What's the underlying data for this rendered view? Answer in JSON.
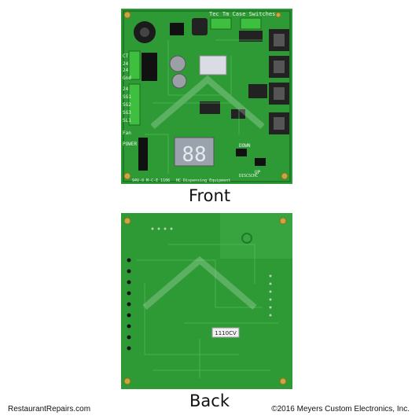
{
  "front": {
    "label": "Front",
    "silkscreen": {
      "header": "Tec Tm  Case Switches",
      "left_labels": [
        "CT",
        "24",
        "24",
        "Gnd",
        "24",
        "SG1",
        "SG2",
        "SG3",
        "SL1",
        "Fan",
        "POWER"
      ],
      "buttons": [
        "DOWN",
        "UP"
      ],
      "footer_left": "94V-0  M-C-E  1106",
      "footer_mid": "HC Dispensing Equipment",
      "footer_right": "DISCSCHC"
    }
  },
  "back": {
    "label": "Back",
    "sticker": "1110CV"
  },
  "footer": {
    "left": "RestaurantRepairs.com",
    "right": "©2016 Meyers Custom Electronics, Inc."
  },
  "colors": {
    "pcb": "#2e9a36",
    "pcb_dark": "#1f7a27",
    "silkscreen": "#e8f4e8",
    "connector": "#222222",
    "terminal": "#3fbf3f"
  }
}
